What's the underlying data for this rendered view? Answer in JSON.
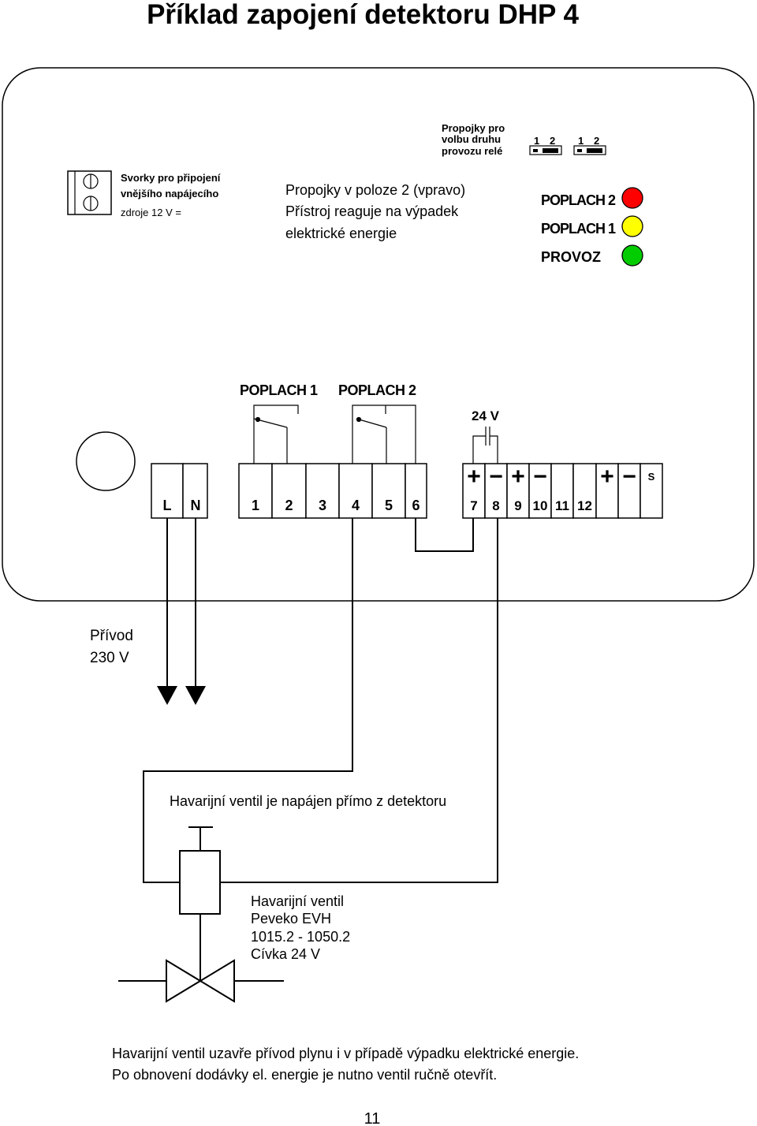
{
  "page_title": "Příklad zapojení detektoru  DHP 4",
  "jumpers": {
    "label": [
      "Propojky pro",
      "volbu druhu",
      "provozu relé"
    ],
    "pins_left": [
      "1",
      "2"
    ],
    "pins_right": [
      "1",
      "2"
    ]
  },
  "supply_terminal": {
    "label": [
      "Svorky pro připojení",
      "vnějšího napájecího",
      "zdroje  12 V ="
    ]
  },
  "jumper_note": [
    "Propojky v poloze 2 (vpravo)",
    "Přístroj reaguje na výpadek",
    "elektrické energie"
  ],
  "leds": [
    {
      "label": "POPLACH 2",
      "color": "#ff0000"
    },
    {
      "label": "POPLACH 1",
      "color": "#ffff00"
    },
    {
      "label": "PROVOZ",
      "color": "#00cc00"
    }
  ],
  "relays": {
    "label_1": "POPLACH 1",
    "label_2": "POPLACH 2",
    "output_label": "24 V"
  },
  "terminals": {
    "mains": [
      "L",
      "N"
    ],
    "relay": [
      "1",
      "2",
      "3",
      "4",
      "5",
      "6"
    ],
    "dc": [
      "7",
      "8",
      "9",
      "10",
      "11",
      "12"
    ],
    "polarity": [
      "+",
      "−",
      "+",
      "−",
      "",
      "",
      "+",
      "−",
      "S"
    ]
  },
  "mains_input": [
    "Přívod",
    "230 V"
  ],
  "valve_supply_note": "Havarijní ventil je napájen přímo z detektoru",
  "valve_label": [
    "Havarijní ventil",
    "Peveko  EVH",
    "1015.2 - 1050.2",
    "Cívka  24 V"
  ],
  "footer_note": [
    "Havarijní ventil uzavře přívod plynu i v případě výpadku elektrické energie.",
    "Po obnovení dodávky el. energie je nutno ventil ručně otevřít."
  ],
  "page_number": "11"
}
